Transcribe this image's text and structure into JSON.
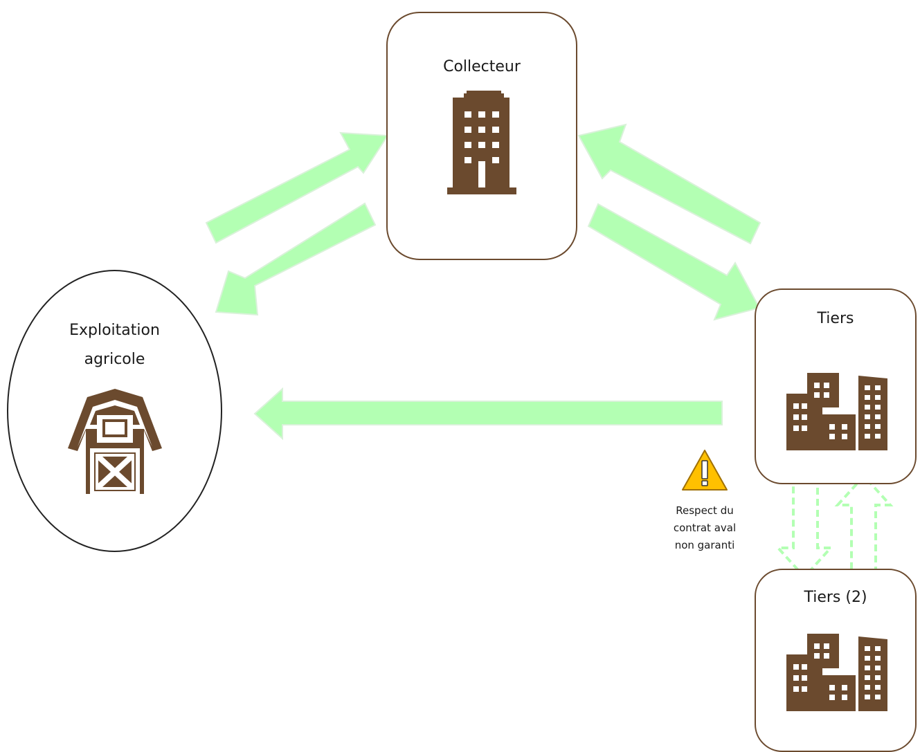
{
  "nodes": {
    "collecteur": {
      "label": "Collecteur",
      "icon": "office-building-icon"
    },
    "exploitation": {
      "label_line1": "Exploitation",
      "label_line2": "agricole",
      "icon": "barn-icon"
    },
    "tiers": {
      "label": "Tiers",
      "icon": "city-buildings-icon"
    },
    "tiers2": {
      "label": "Tiers (2)",
      "icon": "city-buildings-icon"
    }
  },
  "warning": {
    "icon": "warning-triangle-icon",
    "line1": "Respect du",
    "line2": "contrat aval",
    "line3": "non garanti"
  },
  "colors": {
    "arrow_fill": "#b3ffb3",
    "icon_brown": "#6b4a2e",
    "node_border": "#6b4a2e",
    "warning_yellow": "#ffc000"
  }
}
